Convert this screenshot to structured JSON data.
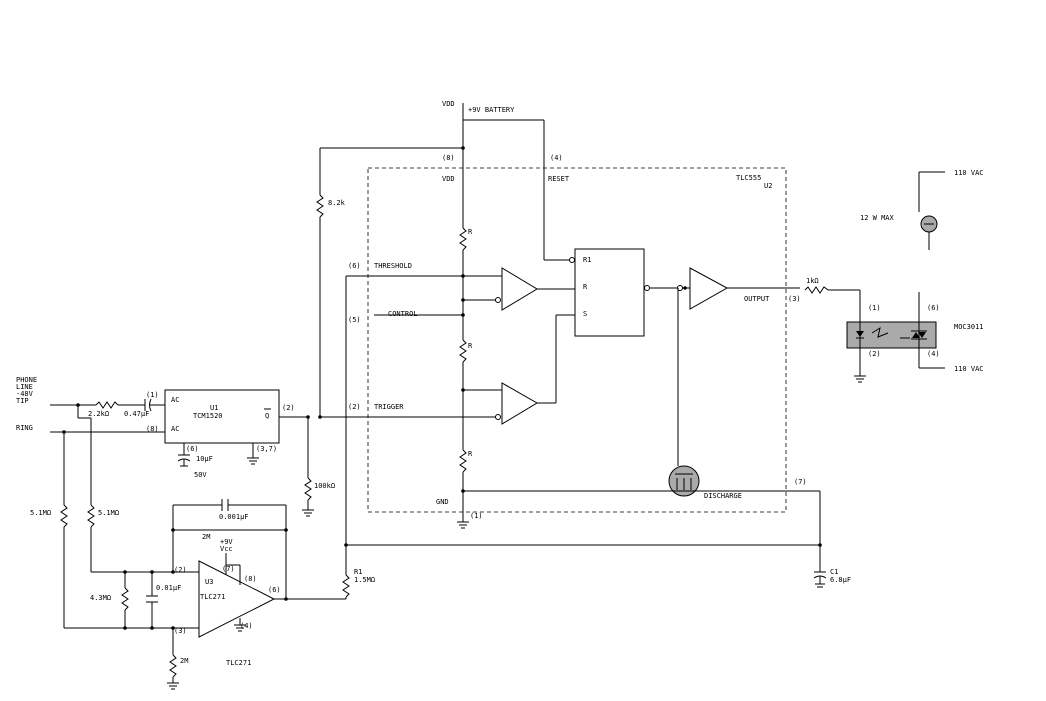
{
  "supply": {
    "vdd_top": "VDD",
    "battery": "+9V BATTERY",
    "vdd_inner": "VDD",
    "gnd": "GND"
  },
  "timer": {
    "name": "TLC555",
    "ref": "U2",
    "pin8": "(8)",
    "pin4": "(4)",
    "reset": "RESET",
    "pin6": "(6)",
    "threshold": "THRESHOLD",
    "pin5": "(5)",
    "control": "CONTROL",
    "pin2": "(2)",
    "trigger": "TRIGGER",
    "pin3": "(3)",
    "output": "OUTPUT",
    "pin7": "(7)",
    "discharge": "DISCHARGE",
    "pin1": "(1)",
    "r_divider": "R",
    "ff_r1": "R1",
    "ff_r": "R",
    "ff_s": "S"
  },
  "detector": {
    "name": "TCM1520",
    "ref": "U1",
    "ac1": "AC",
    "ac2": "AC",
    "qbar": "Q",
    "pin1": "(1)",
    "pin8": "(8)",
    "pin2": "(2)",
    "pin6": "(6)",
    "pin37": "(3,7)",
    "cap": "10µF",
    "cap_v": "50V"
  },
  "line": {
    "phone1": "PHONE",
    "phone2": "LINE",
    "phone3": "-48V",
    "tip": "TIP",
    "ring": "RING"
  },
  "parts": {
    "r_tip": "2.2kΩ",
    "c_tip": "0.47µF",
    "r_8k2": "8.2k",
    "r_100k": "100kΩ",
    "r_51a": "5.1MΩ",
    "r_51b": "5.1MΩ",
    "r_43": "4.3MΩ",
    "c_01": "0.01µF",
    "c_001": "0.001µF",
    "r_2m_top": "2M",
    "r_2m_bot": "2M",
    "r1_ref": "R1",
    "r1_val": "1.5MΩ",
    "c1_ref": "C1",
    "c1_val": "6.8µF",
    "r_1k": "1kΩ"
  },
  "opamp": {
    "ref": "U3",
    "name": "TLC271",
    "name_bottom": "TLC271",
    "vcc1": "+9V",
    "vcc2": "Vcc",
    "pin2": "(2)",
    "pin3": "(3)",
    "pin7": "(7)",
    "pin8": "(8)",
    "pin6": "(6)",
    "pin4": "(4)"
  },
  "triac": {
    "name": "MOC3011",
    "pin1": "(1)",
    "pin2": "(2)",
    "pin6": "(6)",
    "pin4": "(4)",
    "vac_top": "110 VAC",
    "vac_bot": "110 VAC",
    "lamp": "12 W MAX"
  }
}
